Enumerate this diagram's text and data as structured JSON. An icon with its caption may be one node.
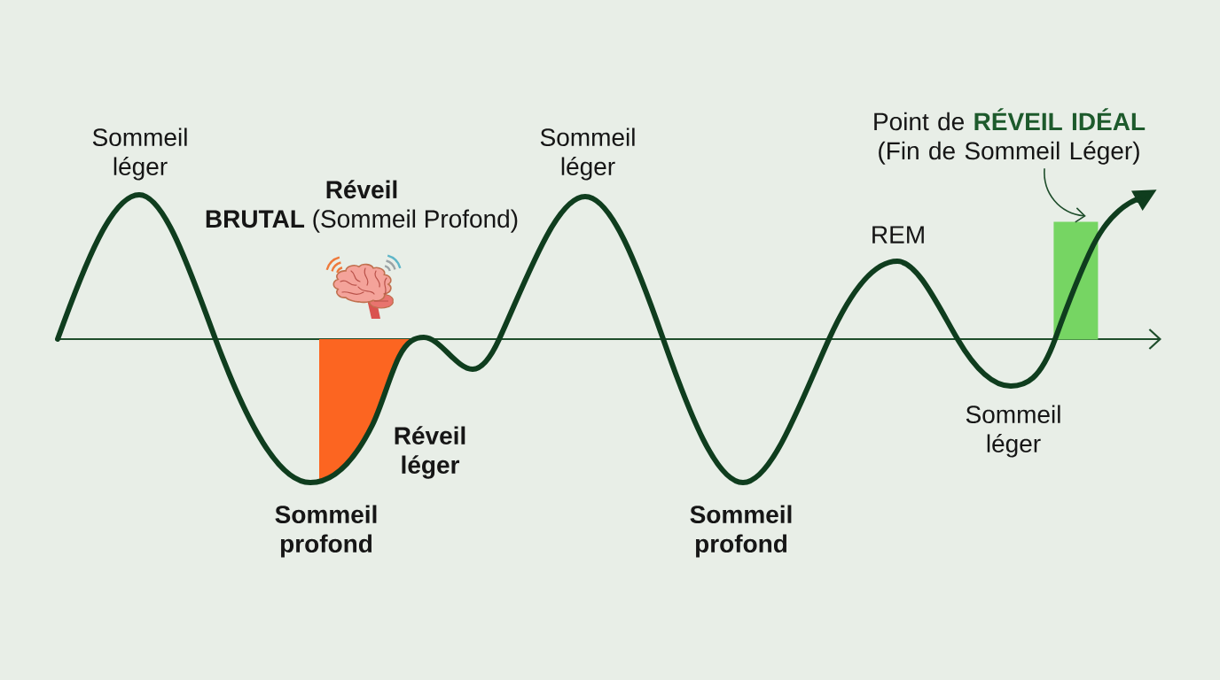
{
  "diagram": {
    "nodes": [
      {
        "text": [
          "Point de **RÉVEIL IDÉAL** (Fin de Sommeil Léger)"
        ]
      },
      {
        "text": [],
        "shape": "bar"
      }
    ],
    "edges": [
      {
        "from": 0,
        "to": 1,
        "arrow": "to"
      }
    ],
    "labels": [
      "Sommeil léger",
      "Sommeil léger",
      "**Réveil BRUTAL** (Sommeil Profond)",
      "REM",
      "Sommeil léger",
      "Réveil léger",
      "Sommeil profond",
      "Sommeil profond"
    ]
  }
}
